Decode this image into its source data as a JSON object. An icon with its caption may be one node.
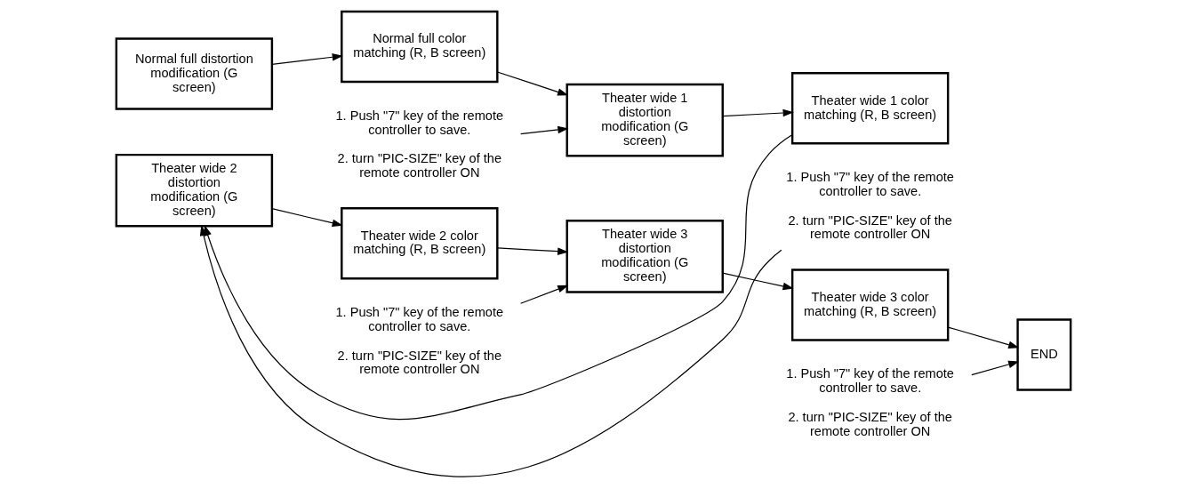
{
  "diagram": {
    "nodes": [
      {
        "text": [
          "Normal full distortion modification (G screen)"
        ]
      },
      {
        "text": [
          "Normal full color matching (R, B screen)"
        ]
      },
      {
        "text": [
          "1. Push \"7\" key of the remote controller to save.",
          "2. turn \"PIC-SIZE\" key of the remote controller ON"
        ]
      },
      {
        "text": [
          "Theater wide 1 distortion modification (G screen)"
        ]
      },
      {
        "text": [
          "Theater wide 1 color matching (R, B screen)"
        ]
      },
      {
        "text": [
          "1. Push \"7\" key of the remote controller to save.",
          "2. turn \"PIC-SIZE\" key of the remote controller ON"
        ]
      },
      {
        "text": [
          "Theater wide 2 distortion modification (G screen)"
        ]
      },
      {
        "text": [
          "Theater wide 2 color matching (R, B screen)"
        ]
      },
      {
        "text": [
          "1. Push \"7\" key of the remote controller to save.",
          "2. turn \"PIC-SIZE\" key of the remote controller ON"
        ]
      },
      {
        "text": [
          "Theater wide 3 distortion modification (G screen)"
        ]
      },
      {
        "text": [
          "Theater wide 3 color matching (R, B screen)"
        ]
      },
      {
        "text": [
          "1. Push \"7\" key of the remote controller to save.",
          "2. turn \"PIC-SIZE\" key of the remote controller ON"
        ]
      },
      {
        "text": [
          "END"
        ]
      }
    ],
    "edges": [
      {
        "from": 0,
        "to": 1,
        "arrow": "to"
      },
      {
        "from": 1,
        "to": 3,
        "arrow": "to"
      },
      {
        "from": 2,
        "to": 3,
        "arrow": "to"
      },
      {
        "from": 3,
        "to": 4,
        "arrow": "to"
      },
      {
        "from": 4,
        "to": 6,
        "arrow": "to"
      },
      {
        "from": 5,
        "to": 6,
        "arrow": "to"
      },
      {
        "from": 6,
        "to": 7,
        "arrow": "to"
      },
      {
        "from": 7,
        "to": 9,
        "arrow": "to"
      },
      {
        "from": 8,
        "to": 9,
        "arrow": "to"
      },
      {
        "from": 9,
        "to": 10,
        "arrow": "to"
      },
      {
        "from": 10,
        "to": 12,
        "arrow": "to"
      },
      {
        "from": 11,
        "to": 12,
        "arrow": "to"
      }
    ]
  }
}
